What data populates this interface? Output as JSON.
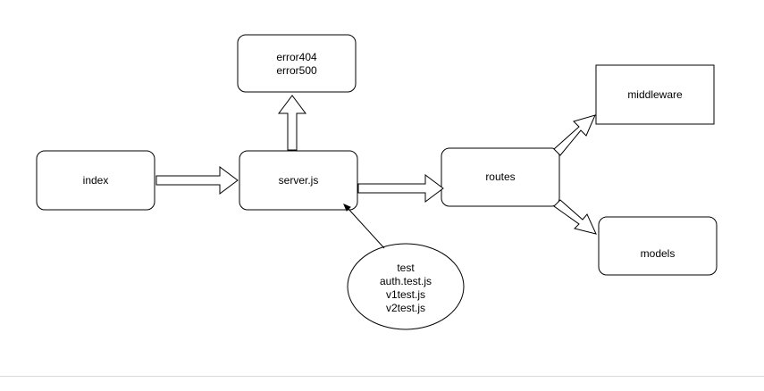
{
  "nodes": {
    "errors": {
      "lines": [
        "error404",
        "error500"
      ]
    },
    "index": {
      "label": "index"
    },
    "server": {
      "label": "server.js"
    },
    "routes": {
      "label": "routes"
    },
    "middleware": {
      "label": "middleware"
    },
    "models": {
      "label": "models"
    },
    "tests": {
      "lines": [
        "test",
        "auth.test.js",
        "v1test.js",
        "v2test.js"
      ]
    }
  },
  "colors": {
    "stroke": "#000000",
    "fill": "#ffffff"
  }
}
